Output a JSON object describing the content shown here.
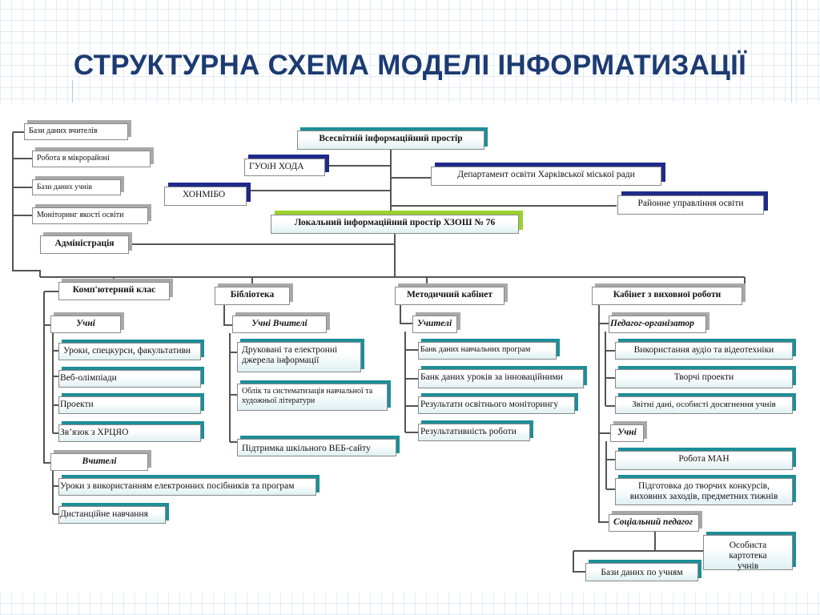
{
  "title": "СТРУКТУРНА СХЕМА МОДЕЛІ ІНФОРМАТИЗАЦІЇ",
  "nodes": {
    "global_space": "Всесвітній інформаційний простір",
    "guoin": "ГУОіН ХОДА",
    "department": "Департамент освіти  Харківської міської ради",
    "khonmibo": "ХОНМІБО",
    "district": "Районне управління освіти",
    "local_space": "Локальний інформаційний простір ХЗОШ № 76",
    "admin": "Адміністрація",
    "db_teachers": "Бази даних вчителів",
    "microdistrict": "Робота в мікрорайоні",
    "db_students": "Бази даних учнів",
    "monitoring": "Моніторинг якості освіти"
  },
  "columns": {
    "computer": {
      "label": "Комп'ютерний клас",
      "students": "Учні",
      "students_items": [
        "Уроки, спецкурси, факультативи",
        "Веб-олімпіади",
        "Проекти",
        "Зв’язок з ХРЦЯО"
      ],
      "teachers": "Вчителі",
      "teachers_items": [
        "Уроки з використанням електронних посібників та програм",
        "Дистанційне навчання"
      ]
    },
    "library": {
      "label": "Бібліотека",
      "group": "Учні  Вчителі",
      "items": [
        "Друковані та електронні джерела інформації",
        "Облік та систематизація навчальної та художньої літератури",
        "Підтримка шкільного ВЕБ-сайту"
      ]
    },
    "method": {
      "label": "Методичний кабінет",
      "group": "Учителі",
      "items": [
        "Банк даних навчальних програм",
        "Банк даних уроків за інноваційними",
        "Результати освітнього моніторингу",
        "Результативність роботи"
      ]
    },
    "education": {
      "label": "Кабінет з виховної роботи",
      "organizer": "Педагог-організатор",
      "organizer_items": [
        "Використання аудіо та відеотехніки",
        "Творчі проекти",
        "Звітні дані, особисті досягнення учнів"
      ],
      "students": "Учні",
      "students_items": [
        "Робота МАН",
        "Підготовка до творчих конкурсів, виховних заходів, предметних тижнів"
      ],
      "social": "Соціальний педагог",
      "social_items": [
        "Особиста картотека учнів",
        "Бази даних по учням"
      ]
    }
  },
  "colors": {
    "title": "#1c3b73",
    "navy": "#1f2a8a",
    "teal": "#1e8e97",
    "green": "#9ad12a",
    "connector": "#555555"
  }
}
